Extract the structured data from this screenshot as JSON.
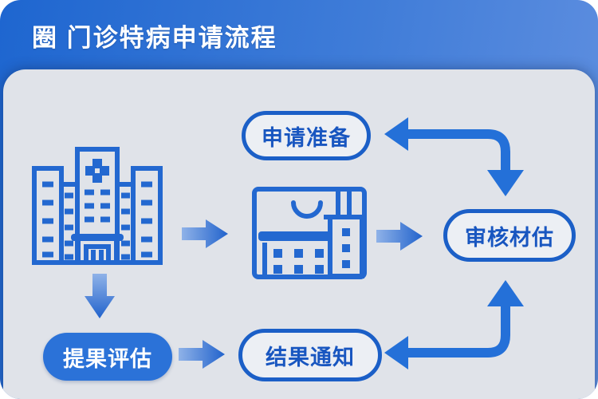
{
  "header": {
    "title": "圈 门诊特病申请流程"
  },
  "flow": {
    "nodes": {
      "hospital": {
        "icon": "hospital-icon",
        "role": "start"
      },
      "prepare": {
        "label": "申请准备",
        "style": "outline"
      },
      "office": {
        "label_icon": "office-building-icon",
        "style": "icon"
      },
      "review": {
        "label": "审核材估",
        "style": "outline"
      },
      "evaluate": {
        "label": "提果评估",
        "style": "filled"
      },
      "notify": {
        "label": "结果通知",
        "style": "outline"
      }
    },
    "edges": [
      {
        "from": "hospital",
        "to": "office",
        "type": "solid-arrow-right"
      },
      {
        "from": "office",
        "to": "review",
        "type": "solid-arrow-right"
      },
      {
        "from": "review",
        "to": "prepare",
        "type": "elbow-double-head"
      },
      {
        "from": "hospital",
        "to": "evaluate",
        "type": "solid-arrow-down"
      },
      {
        "from": "evaluate",
        "to": "notify",
        "type": "solid-arrow-right"
      },
      {
        "from": "review",
        "to": "notify",
        "type": "elbow-double-head"
      }
    ]
  },
  "colors": {
    "header_gradient_start": "#1e66d0",
    "header_gradient_end": "#6190e0",
    "panel_bg": "#e0e3e9",
    "outline_blue": "#2368d0",
    "pill_border": "#1b5fc7",
    "pill_text": "#1856c0",
    "pill_filled_bg": "#2b72d8",
    "pill_filled_text": "#ffffff",
    "arrow_gradient_start": "#8fb2e8",
    "arrow_gradient_end": "#2263cc",
    "connector_blue": "#2470d8"
  }
}
